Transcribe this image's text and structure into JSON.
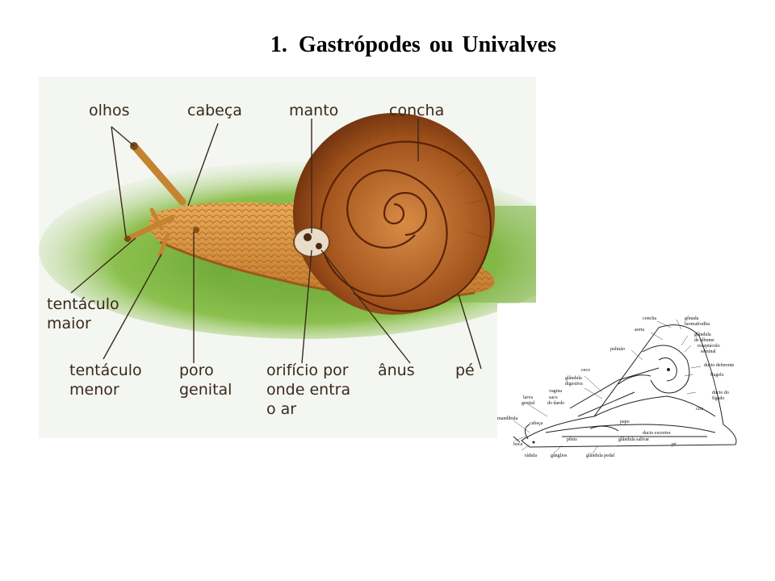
{
  "title": {
    "number": "1.",
    "text": "Gastrópodes  ou  Univalves"
  },
  "colors": {
    "grass": "#7cb342",
    "background_light": "#eef3ea",
    "shell_dark": "#7a3b12",
    "shell_light": "#c87a3a",
    "body": "#d9953f",
    "label_text": "#3a2a1a"
  },
  "snail_labels": {
    "olhos": "olhos",
    "cabeca": "cabeça",
    "manto": "manto",
    "concha": "concha",
    "tentaculo_maior_1": "tentáculo",
    "tentaculo_maior_2": "maior",
    "tentaculo_menor_1": "tentáculo",
    "tentaculo_menor_2": "menor",
    "poro_genital_1": "poro",
    "poro_genital_2": "genital",
    "orificio_1": "orifício por",
    "orificio_2": "onde entra",
    "orificio_3": "o ar",
    "anus": "ânus",
    "pe": "pé"
  },
  "anatomy_labels": {
    "concha": "concha",
    "gonada": "gônada",
    "hermafrodita": "hermafrodita",
    "aorta": "aorta",
    "glandula_albumen": "glândula",
    "glandula_albumen_2": "de albume",
    "receptaculo": "receptáculo",
    "seminal": "seminal",
    "pulmao": "pulmão",
    "ducto_deferente": "ducto deferente",
    "flagelo": "flagelo",
    "ceco": "ceco",
    "glandula_digestiva": "glândula",
    "glandula_digestiva_2": "digestiva",
    "vagina": "vagina",
    "saco_dardo": "saco",
    "saco_dardo_2": "do dardo",
    "ducto_figado": "ducto do",
    "ducto_figado_2": "fígado",
    "larva": "larva",
    "genital": "genital",
    "cira": "cira",
    "mandibula": "mandíbula",
    "cabeca": "cabeça",
    "boca": "boca",
    "papo": "papo",
    "ducto_excretor": "ducto excretor",
    "penis": "pênis",
    "glandula_salivar": "glândula salivar",
    "pe": "pé",
    "radula": "rádula",
    "ganglios": "gânglios",
    "glandula_pedal": "glândula pedal"
  }
}
